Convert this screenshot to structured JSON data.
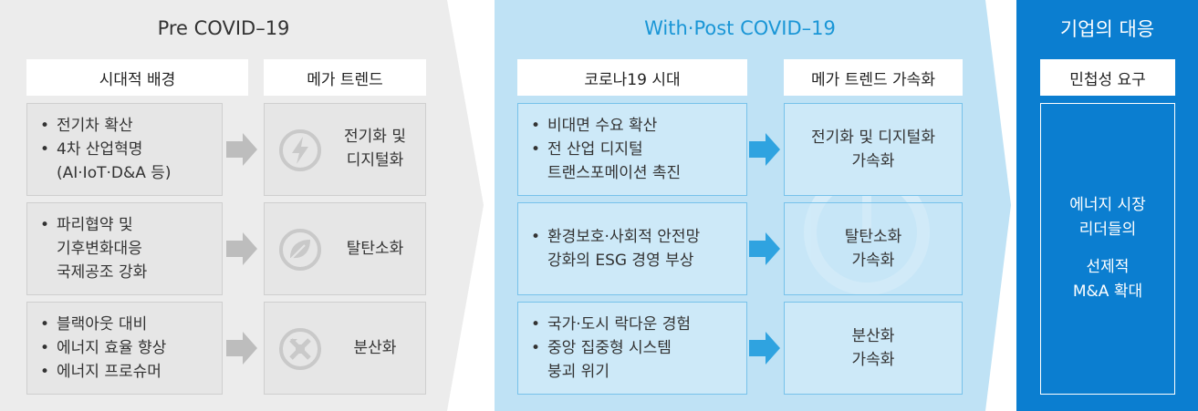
{
  "pre": {
    "title": "Pre COVID–19",
    "col_left_header": "시대적 배경",
    "col_right_header": "메가 트렌드",
    "rows": [
      {
        "bullets": [
          [
            "전기차 확산"
          ],
          [
            "4차 산업혁명",
            "(AI·IoT·D&A 등)"
          ]
        ],
        "trend": [
          "전기화 및",
          "디지털화"
        ],
        "icon": "lightning-icon"
      },
      {
        "bullets": [
          [
            "파리협약 및",
            "기후변화대응",
            "국제공조 강화"
          ]
        ],
        "trend": [
          "탈탄소화"
        ],
        "icon": "leaf-icon"
      },
      {
        "bullets": [
          [
            "블랙아웃 대비"
          ],
          [
            "에너지 효율 향상"
          ],
          [
            "에너지 프로슈머"
          ]
        ],
        "trend": [
          "분산화"
        ],
        "icon": "distribution-icon"
      }
    ]
  },
  "post": {
    "title": "With·Post COVID–19",
    "col_left_header": "코로나19 시대",
    "col_right_header": "메가 트렌드 가속화",
    "rows": [
      {
        "bullets": [
          [
            "비대면 수요 확산"
          ],
          [
            "전 산업 디지털",
            "트랜스포메이션 촉진"
          ]
        ],
        "trend": [
          "전기화 및 디지털화",
          "가속화"
        ]
      },
      {
        "bullets": [
          [
            "환경보호·사회적 안전망",
            "강화의 ESG 경영 부상"
          ]
        ],
        "trend": [
          "탈탄소화",
          "가속화"
        ]
      },
      {
        "bullets": [
          [
            "국가·도시 락다운 경험"
          ],
          [
            "중앙 집중형 시스템",
            "붕괴 위기"
          ]
        ],
        "trend": [
          "분산화",
          "가속화"
        ]
      }
    ]
  },
  "corp": {
    "title": "기업의 대응",
    "header": "민첩성 요구",
    "line1": "에너지 시장",
    "line2": "리더들의",
    "line3": "선제적",
    "line4": "M&A 확대"
  },
  "bullet_char": "•",
  "colors": {
    "pre_bg": "#ececec",
    "post_bg": "#bfe2f5",
    "post_title": "#1a96d6",
    "arrow_blue": "#2fa3e0",
    "arrow_gray": "#bdbdbd",
    "corp_bg": "#0b7ed0"
  }
}
